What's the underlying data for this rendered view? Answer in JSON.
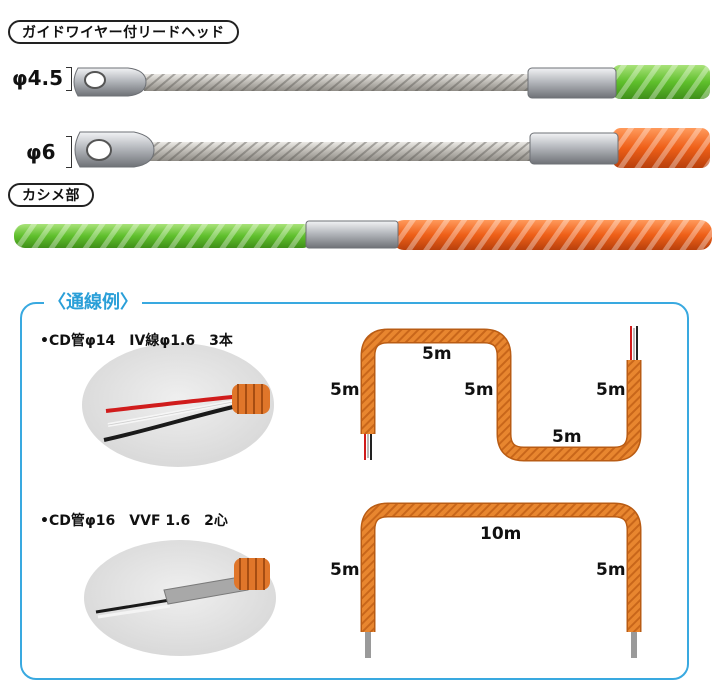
{
  "section_pill_1": "ガイドワイヤー付リードヘッド",
  "section_pill_2": "カシメ部",
  "dim_45": "φ4.5",
  "dim_6": "φ6",
  "panel_title": "〈通線例〉",
  "example1": {
    "title": "•CD管φ14　IV線φ1.6　3本",
    "lengths": [
      "5m",
      "5m",
      "5m",
      "5m",
      "5m"
    ]
  },
  "example2": {
    "title": "•CD管φ16　VVF 1.6　2心",
    "lengths": [
      "10m",
      "5m",
      "5m"
    ]
  },
  "colors": {
    "green": "#6cc43c",
    "orange": "#ef6b1f",
    "conduit_orange": "#e5842c",
    "wire_steel": "#c9c6c0",
    "sleeve": "#b9bcc0",
    "panel_border": "#39a9e0",
    "panel_title": "#2a9fd8"
  }
}
